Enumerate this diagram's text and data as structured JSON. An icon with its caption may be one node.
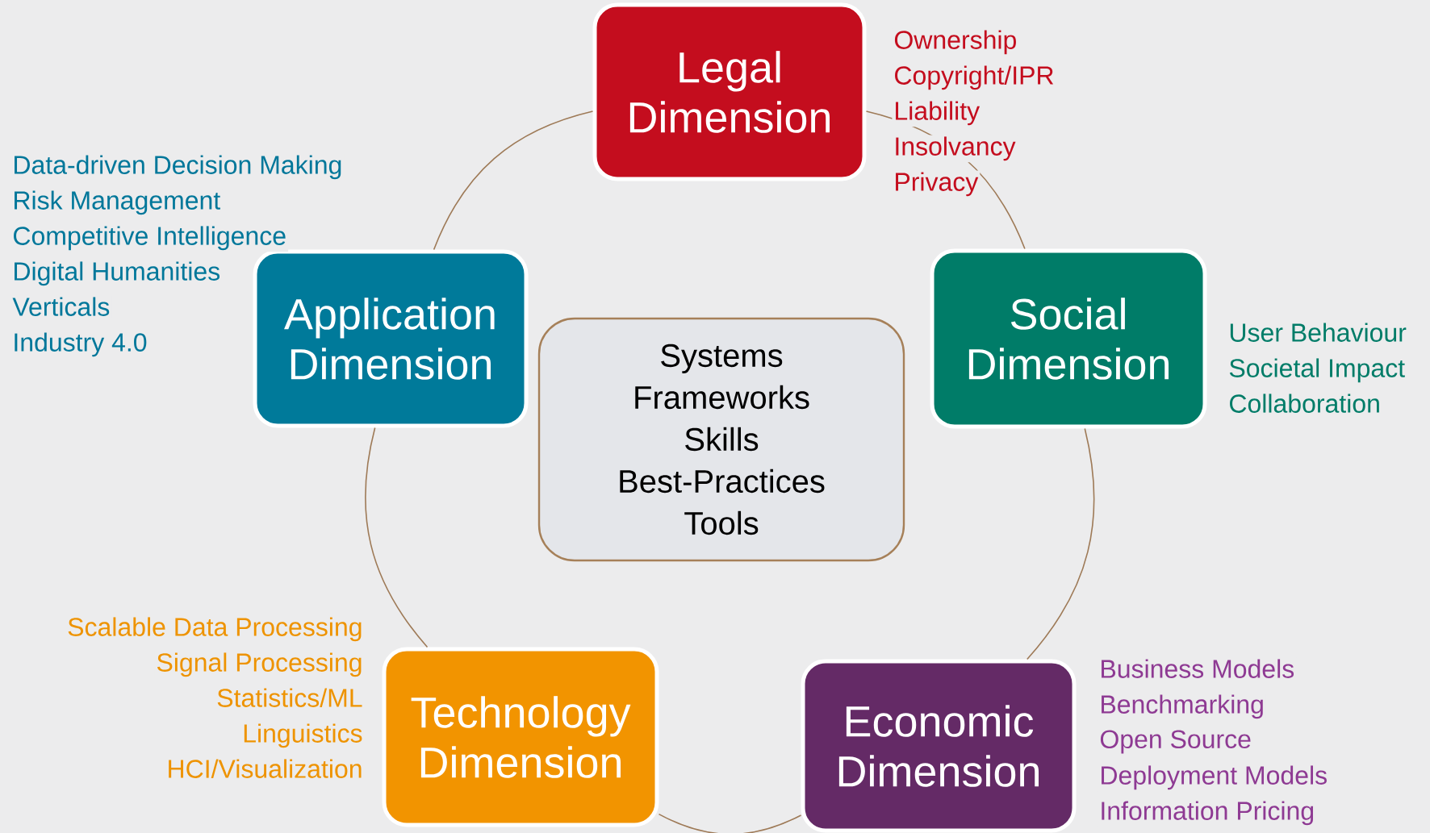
{
  "diagram": {
    "nodes": [
      {
        "text": [
          "Legal Dimension"
        ],
        "beside": [
          "Ownership",
          "Copyright/IPR",
          "Liability",
          "Insolvancy",
          "Privacy"
        ]
      },
      {
        "text": [
          "Social Dimension"
        ],
        "beside": [
          "User Behaviour",
          "Societal Impact",
          "Collaboration"
        ]
      },
      {
        "text": [
          "Economic Dimension"
        ],
        "beside": [
          "Business Models",
          "Benchmarking",
          "Open Source",
          "Deployment Models",
          "Information Pricing"
        ]
      },
      {
        "text": [
          "Technology Dimension"
        ],
        "beside": [
          "Scalable Data Processing",
          "Signal Processing",
          "Statistics/ML",
          "Linguistics",
          "HCI/Visualization"
        ]
      },
      {
        "text": [
          "Application Dimension"
        ],
        "beside": [
          "Data-driven Decision Making",
          "Risk Management",
          "Competitive Intelligence",
          "Digital Humanities",
          "Verticals",
          "Industry 4.0"
        ]
      },
      {
        "text": [
          "Systems",
          "Frameworks",
          "Skills",
          "Best-Practices",
          "Tools"
        ]
      }
    ],
    "edges": [
      {
        "from": 0,
        "to": 1,
        "arrow": "none"
      },
      {
        "from": 1,
        "to": 2,
        "arrow": "none"
      },
      {
        "from": 2,
        "to": 3,
        "arrow": "none"
      },
      {
        "from": 3,
        "to": 4,
        "arrow": "none"
      },
      {
        "from": 4,
        "to": 0,
        "arrow": "none"
      }
    ]
  }
}
